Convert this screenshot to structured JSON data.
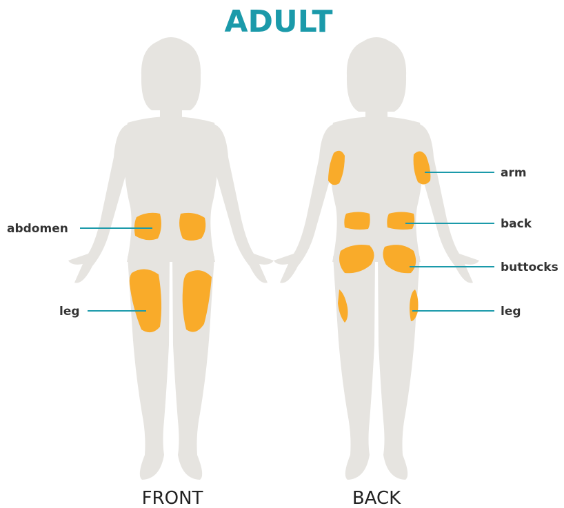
{
  "title": "ADULT",
  "views": {
    "front": "FRONT",
    "back": "BACK"
  },
  "labels": {
    "abdomen": "abdomen",
    "leg_front": "leg",
    "arm": "arm",
    "back": "back",
    "buttocks": "buttocks",
    "leg_back": "leg"
  },
  "colors": {
    "title": "#1b9aaa",
    "body": "#e6e4e0",
    "injection_site": "#f9ab2a",
    "leader_line": "#1b9aaa",
    "label_text": "#333333"
  }
}
